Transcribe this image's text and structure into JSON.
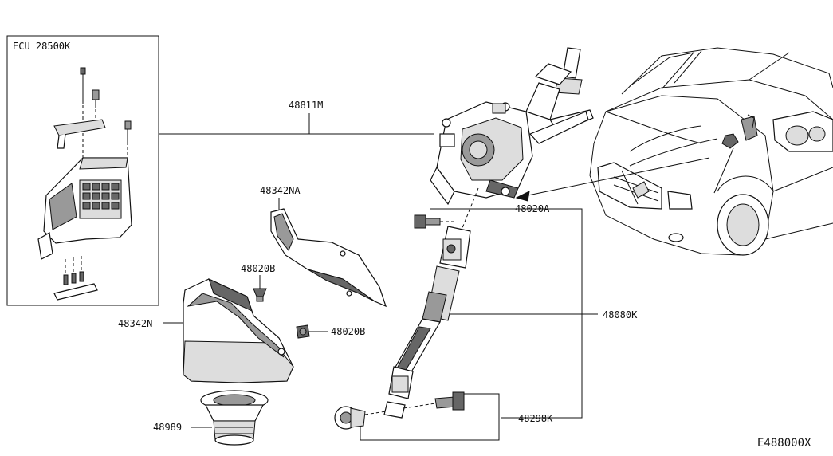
{
  "ecu_box": {
    "label": "ECU 28500K"
  },
  "callouts": {
    "steering_column": "48811M",
    "column_cover_upper": "48342NA",
    "clip_upper": "48020B",
    "clip_lower": "48020B",
    "column_cover_lower": "48342N",
    "joint_bolt": "48020A",
    "lower_joint": "48080K",
    "joint_assy": "48298K",
    "boot": "48989"
  },
  "footer": {
    "diagram_id": "E488000X"
  }
}
